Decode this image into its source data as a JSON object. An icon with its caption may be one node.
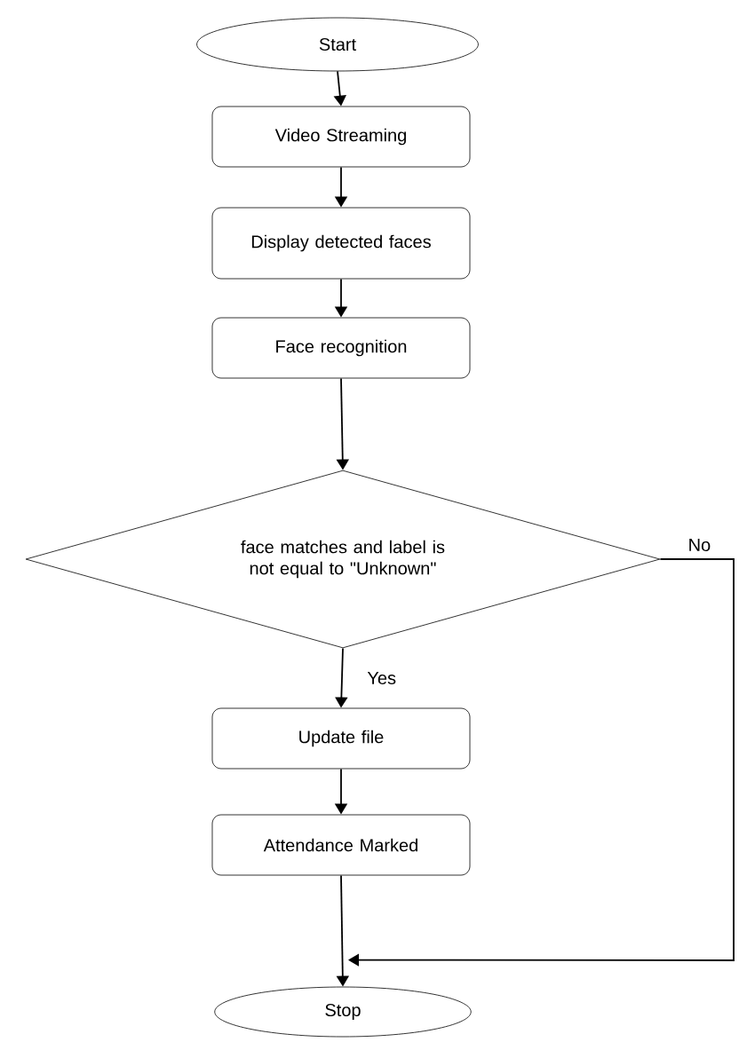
{
  "diagram": {
    "nodes": [
      {
        "text": [
          "Start"
        ]
      },
      {
        "text": [
          "Video Streaming"
        ]
      },
      {
        "text": [
          "Display detected faces"
        ]
      },
      {
        "text": [
          "Face recognition"
        ]
      },
      {
        "text": [
          "face matches and label is not equal to \"Unknown\""
        ]
      },
      {
        "text": [
          "Update file"
        ]
      },
      {
        "text": [
          "Attendance Marked"
        ]
      },
      {
        "text": [
          "Stop"
        ]
      }
    ],
    "edges": [
      {
        "from": 0,
        "to": 1,
        "arrow": "to"
      },
      {
        "from": 1,
        "to": 2,
        "arrow": "to"
      },
      {
        "from": 2,
        "to": 3,
        "arrow": "to"
      },
      {
        "from": 3,
        "to": 4,
        "arrow": "to"
      },
      {
        "from": 4,
        "to": 5,
        "arrow": "to",
        "label": "Yes"
      },
      {
        "from": 5,
        "to": 6,
        "arrow": "to"
      },
      {
        "from": 6,
        "to": 7,
        "arrow": "to"
      },
      {
        "from": 4,
        "to": 7,
        "arrow": "to",
        "label": "No"
      }
    ]
  }
}
